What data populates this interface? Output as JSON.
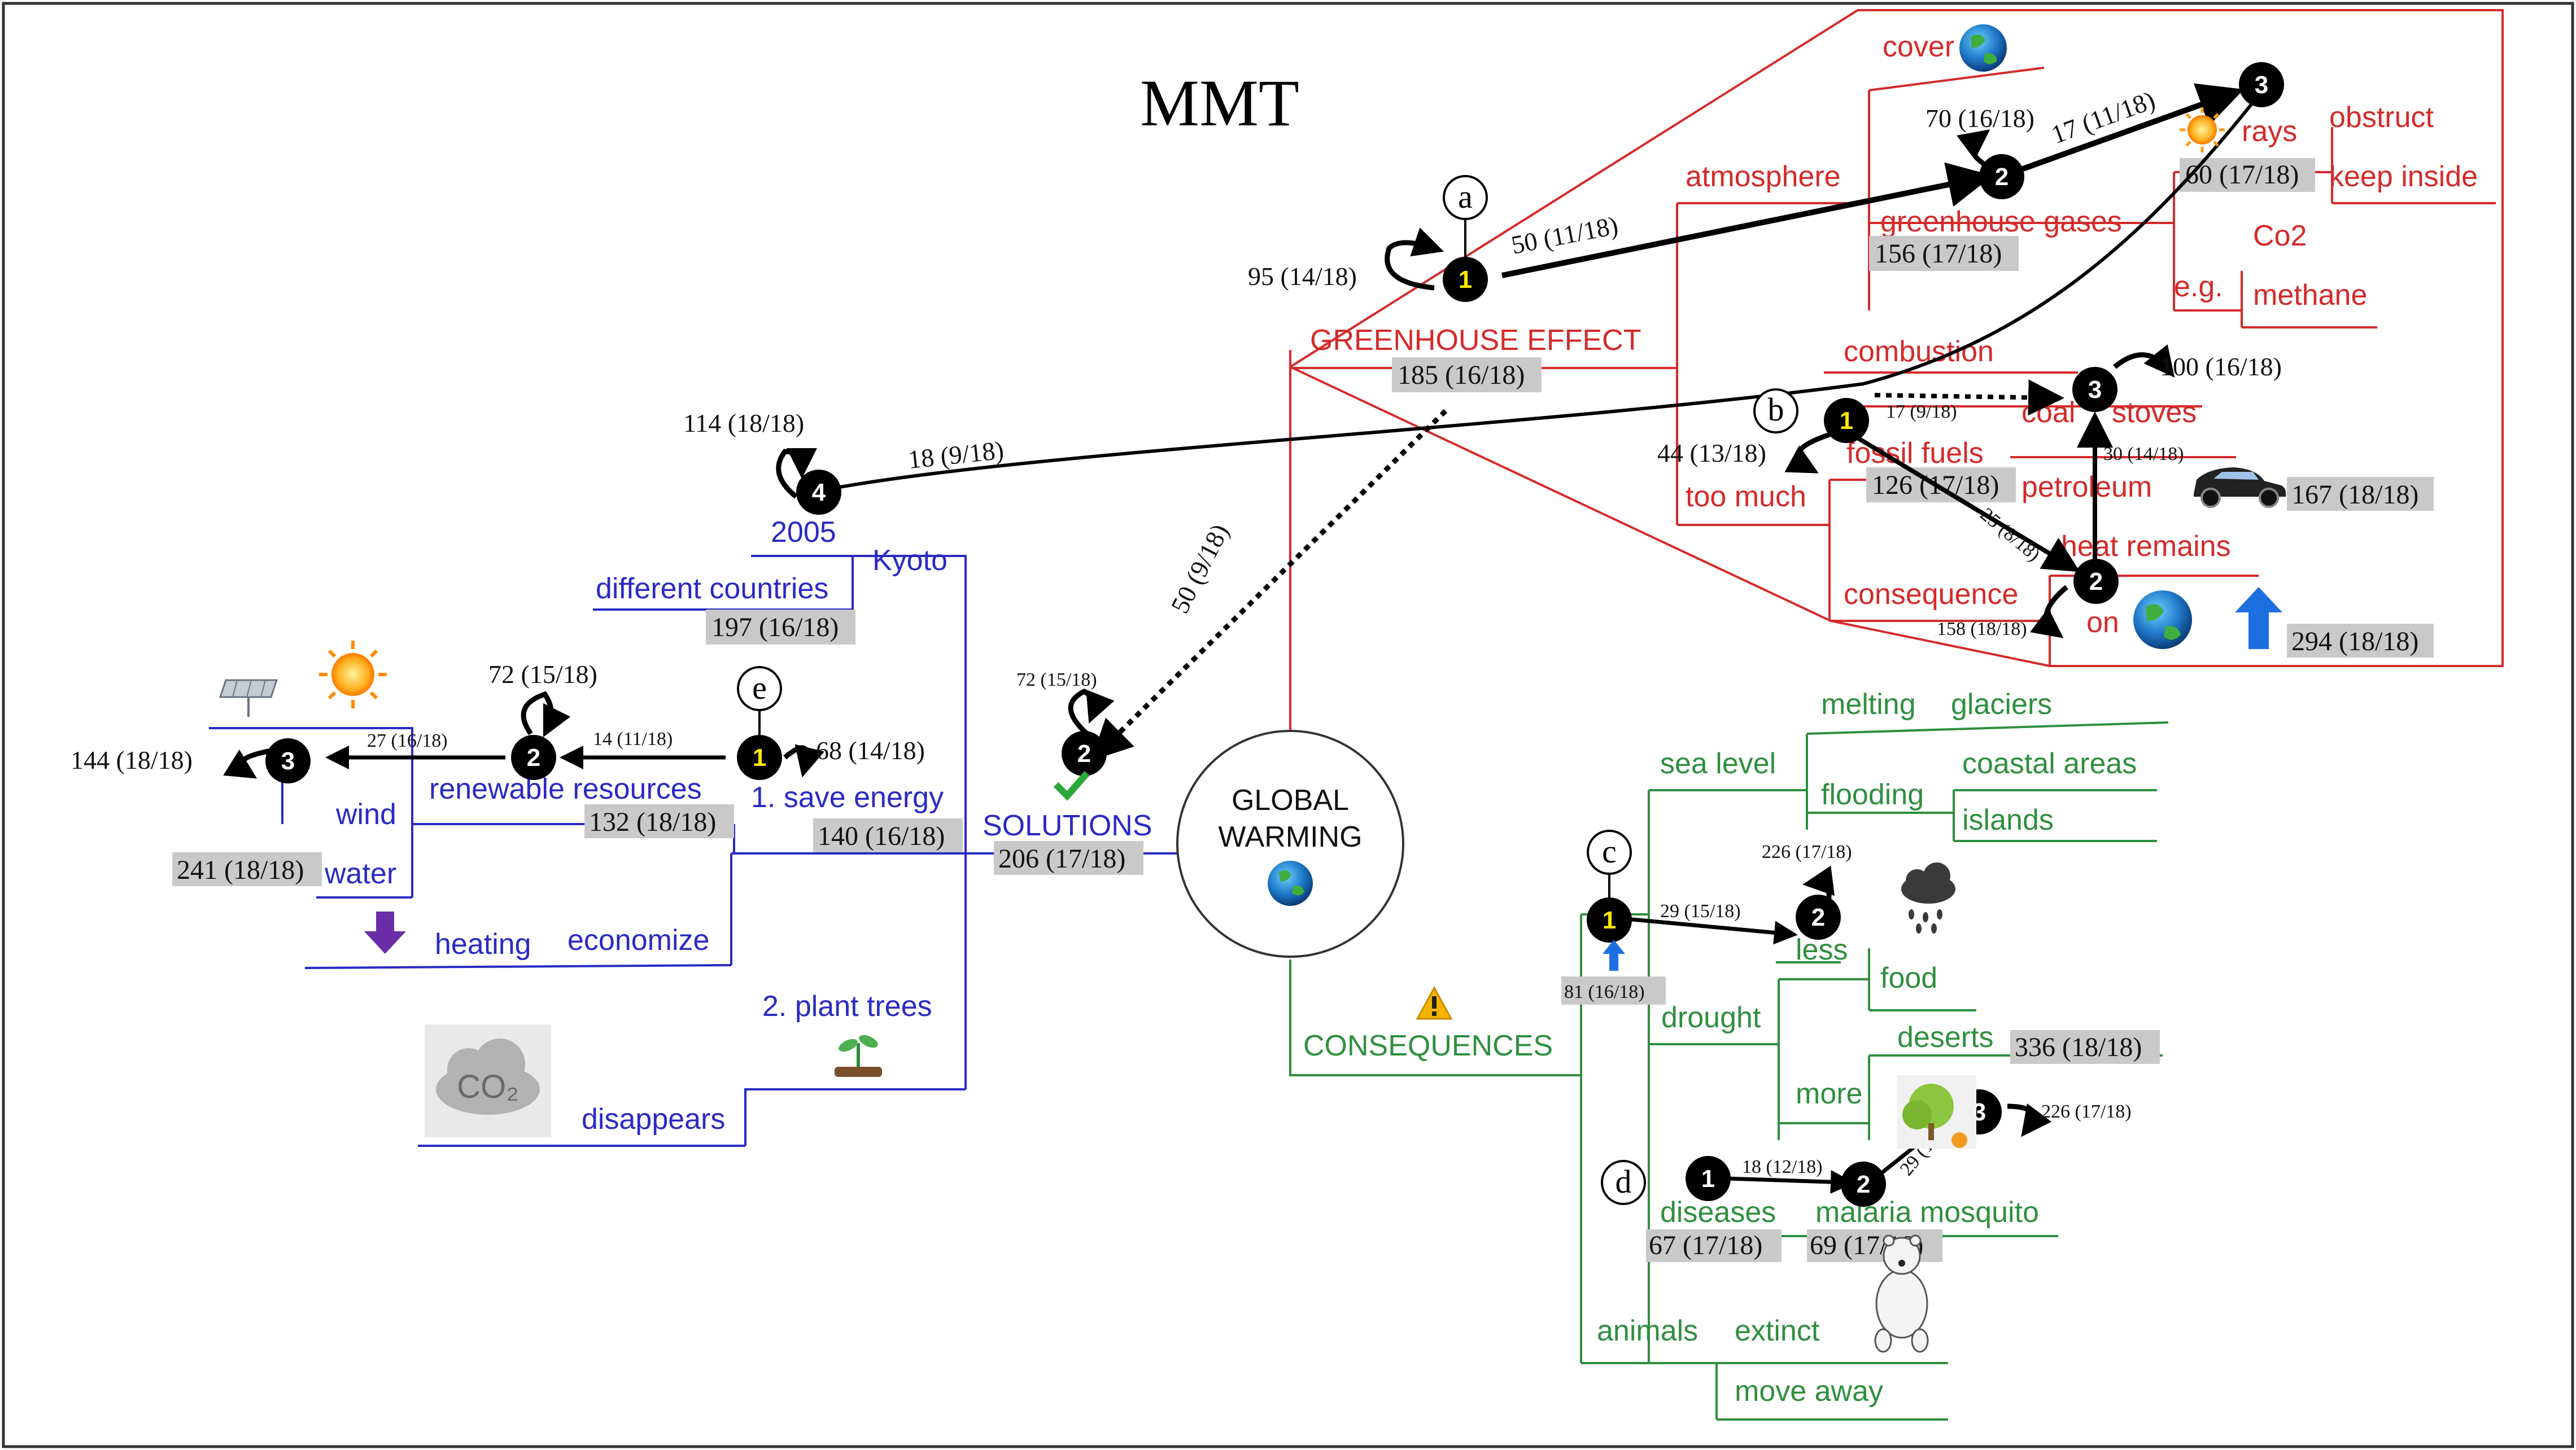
{
  "title": "MMT",
  "center": {
    "line1": "GLOBAL",
    "line2": "WARMING"
  },
  "branches": {
    "greenhouse": {
      "root": "GREENHOUSE EFFECT",
      "atmosphere": "atmosphere",
      "cover": "cover",
      "greenhouse_gases": "greenhouse gases",
      "rays": "rays",
      "obstruct": "obstruct",
      "keep_inside": "keep inside",
      "eg": "e.g.",
      "co2": "Co2",
      "methane": "methane",
      "combustion": "combustion",
      "coal": "coal",
      "stoves": "stoves",
      "fossil_fuels": "fossil fuels",
      "petroleum": "petroleum",
      "too_much": "too much",
      "heat_remains": "heat remains",
      "consequence": "consequence",
      "on": "on"
    },
    "solutions": {
      "root": "SOLUTIONS",
      "kyoto": "Kyoto",
      "year": "2005",
      "different_countries": "different countries",
      "renewable_resources": "renewable resources",
      "save_energy": "1. save energy",
      "wind": "wind",
      "water": "water",
      "heating": "heating",
      "economize": "economize",
      "plant_trees": "2. plant trees",
      "disappears": "disappears",
      "co2_cloud": "CO₂"
    },
    "consequences": {
      "root": "CONSEQUENCES",
      "sea_level": "sea level",
      "melting": "melting",
      "glaciers": "glaciers",
      "flooding": "flooding",
      "coastal_areas": "coastal areas",
      "islands": "islands",
      "less": "less",
      "drought": "drought",
      "food": "food",
      "more": "more",
      "deserts": "deserts",
      "diseases": "diseases",
      "malaria_mosquito": "malaria mosquito",
      "animals": "animals",
      "extinct": "extinct",
      "move_away": "move away"
    }
  },
  "path_letters": {
    "a": "a",
    "b": "b",
    "c": "c",
    "d": "d",
    "e": "e"
  },
  "step_numbers": {
    "one": "1",
    "two": "2",
    "three": "3",
    "four": "4"
  },
  "fixation_scores": {
    "greenhouse_effect": "185 (16/18)",
    "greenhouse_gases": "156 (17/18)",
    "rays": "60 (17/18)",
    "fossil_fuels": "126 (17/18)",
    "car": "167 (18/18)",
    "earth_on": "294 (18/18)",
    "different_countries": "197 (16/18)",
    "renewable_resources": "132 (18/18)",
    "save_energy": "140 (16/18)",
    "water": "241 (18/18)",
    "solutions": "206 (17/18)",
    "c_start": "81 (16/18)",
    "deserts": "336 (18/18)",
    "diseases": "67 (17/18)",
    "malaria": "69 (17/18)"
  },
  "transition_labels": {
    "a_revisit": "95 (14/18)",
    "a_1_2": "50 (11/18)",
    "a_2_revisit": "70 (16/18)",
    "a_2_3": "17 (11/18)",
    "a_dotted": "50 (9/18)",
    "sol_revisit": "72 (15/18)",
    "to_2005": "18 (9/18)",
    "n4_revisit": "114 (18/18)",
    "b_revisit": "44 (13/18)",
    "b_dotted": "17 (9/18)",
    "b_3_revisit": "100 (16/18)",
    "b_2_3": "30 (14/18)",
    "b_1_2": "25 (8/18)",
    "b_2_revisit": "158 (18/18)",
    "e_revisit": "68 (14/18)",
    "e_1_2": "14 (11/18)",
    "e_2_revisit": "72 (15/18)",
    "e_2_3": "27 (16/18)",
    "e_3_revisit": "144 (18/18)",
    "c_1_2": "29 (15/18)",
    "c_2_revisit": "226 (17/18)",
    "d_1_2": "18 (12/18)",
    "d_2_3": "29 (15/18)",
    "d_3_revisit": "226 (17/18)"
  },
  "colors": {
    "greenhouse": "#d42a2a",
    "solutions": "#2a2ac4",
    "consequences": "#2f8f3f",
    "score_bg": "#c9c9c9",
    "node_highlight": "#ffe800"
  },
  "icons": [
    "earth-icon",
    "sun-icon",
    "car-icon",
    "up-arrow-icon",
    "down-arrow-icon",
    "checkmark-icon",
    "warning-icon",
    "rain-cloud-icon",
    "polar-bear-icon",
    "co2-cloud-icon",
    "solar-panel-icon",
    "seedling-icon",
    "tree-icon"
  ]
}
